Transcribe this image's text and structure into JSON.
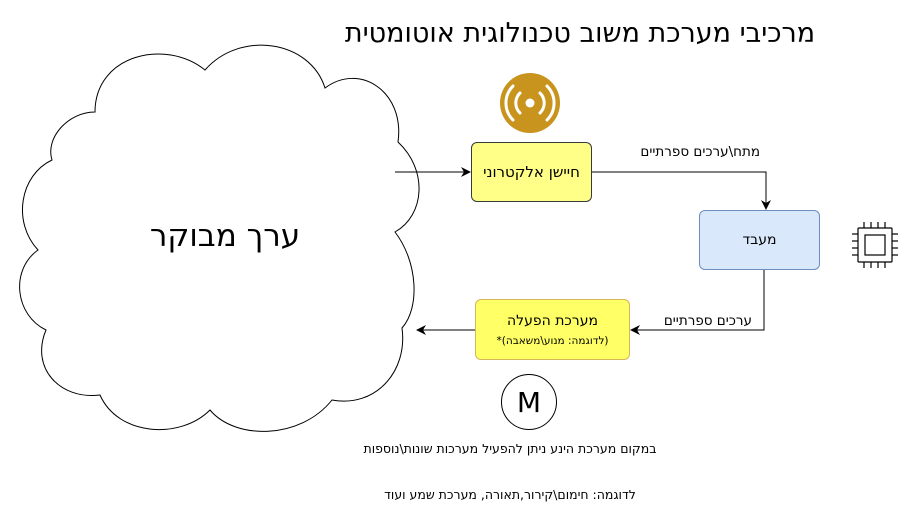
{
  "title": "מרכיבי מערכת משוב טכנולוגית אוטומטית",
  "nodes": {
    "controlled_value": "ערך מבוקר",
    "sensor": "חיישן אלקטרוני",
    "processor": "מעבד",
    "actuator": {
      "label": "מערכת הפעלה",
      "example": "(לדוגמה: מנוע\\משאבה)*"
    }
  },
  "edges": {
    "sensor_to_processor": "מתח\\ערכים ספרתיים",
    "processor_to_actuator": "ערכים ספרתיים"
  },
  "motor_symbol": "M",
  "notes": {
    "line1": "במקום מערכת הינע ניתן להפעיל מערכות שונות\\נוספות",
    "line2": "לדוגמה: חימום\\קירור,תאורה, מערכת שמע ועוד"
  },
  "icons": {
    "sensor": "broadcast-signal-icon",
    "processor": "cpu-chip-icon"
  },
  "colors": {
    "sensor_fill": "#ffff88",
    "processor_fill": "#dae8fc",
    "processor_stroke": "#6c8ebf",
    "actuator_fill": "#ffff66",
    "actuator_stroke": "#d6b656",
    "signal_icon": "#c8941e"
  }
}
